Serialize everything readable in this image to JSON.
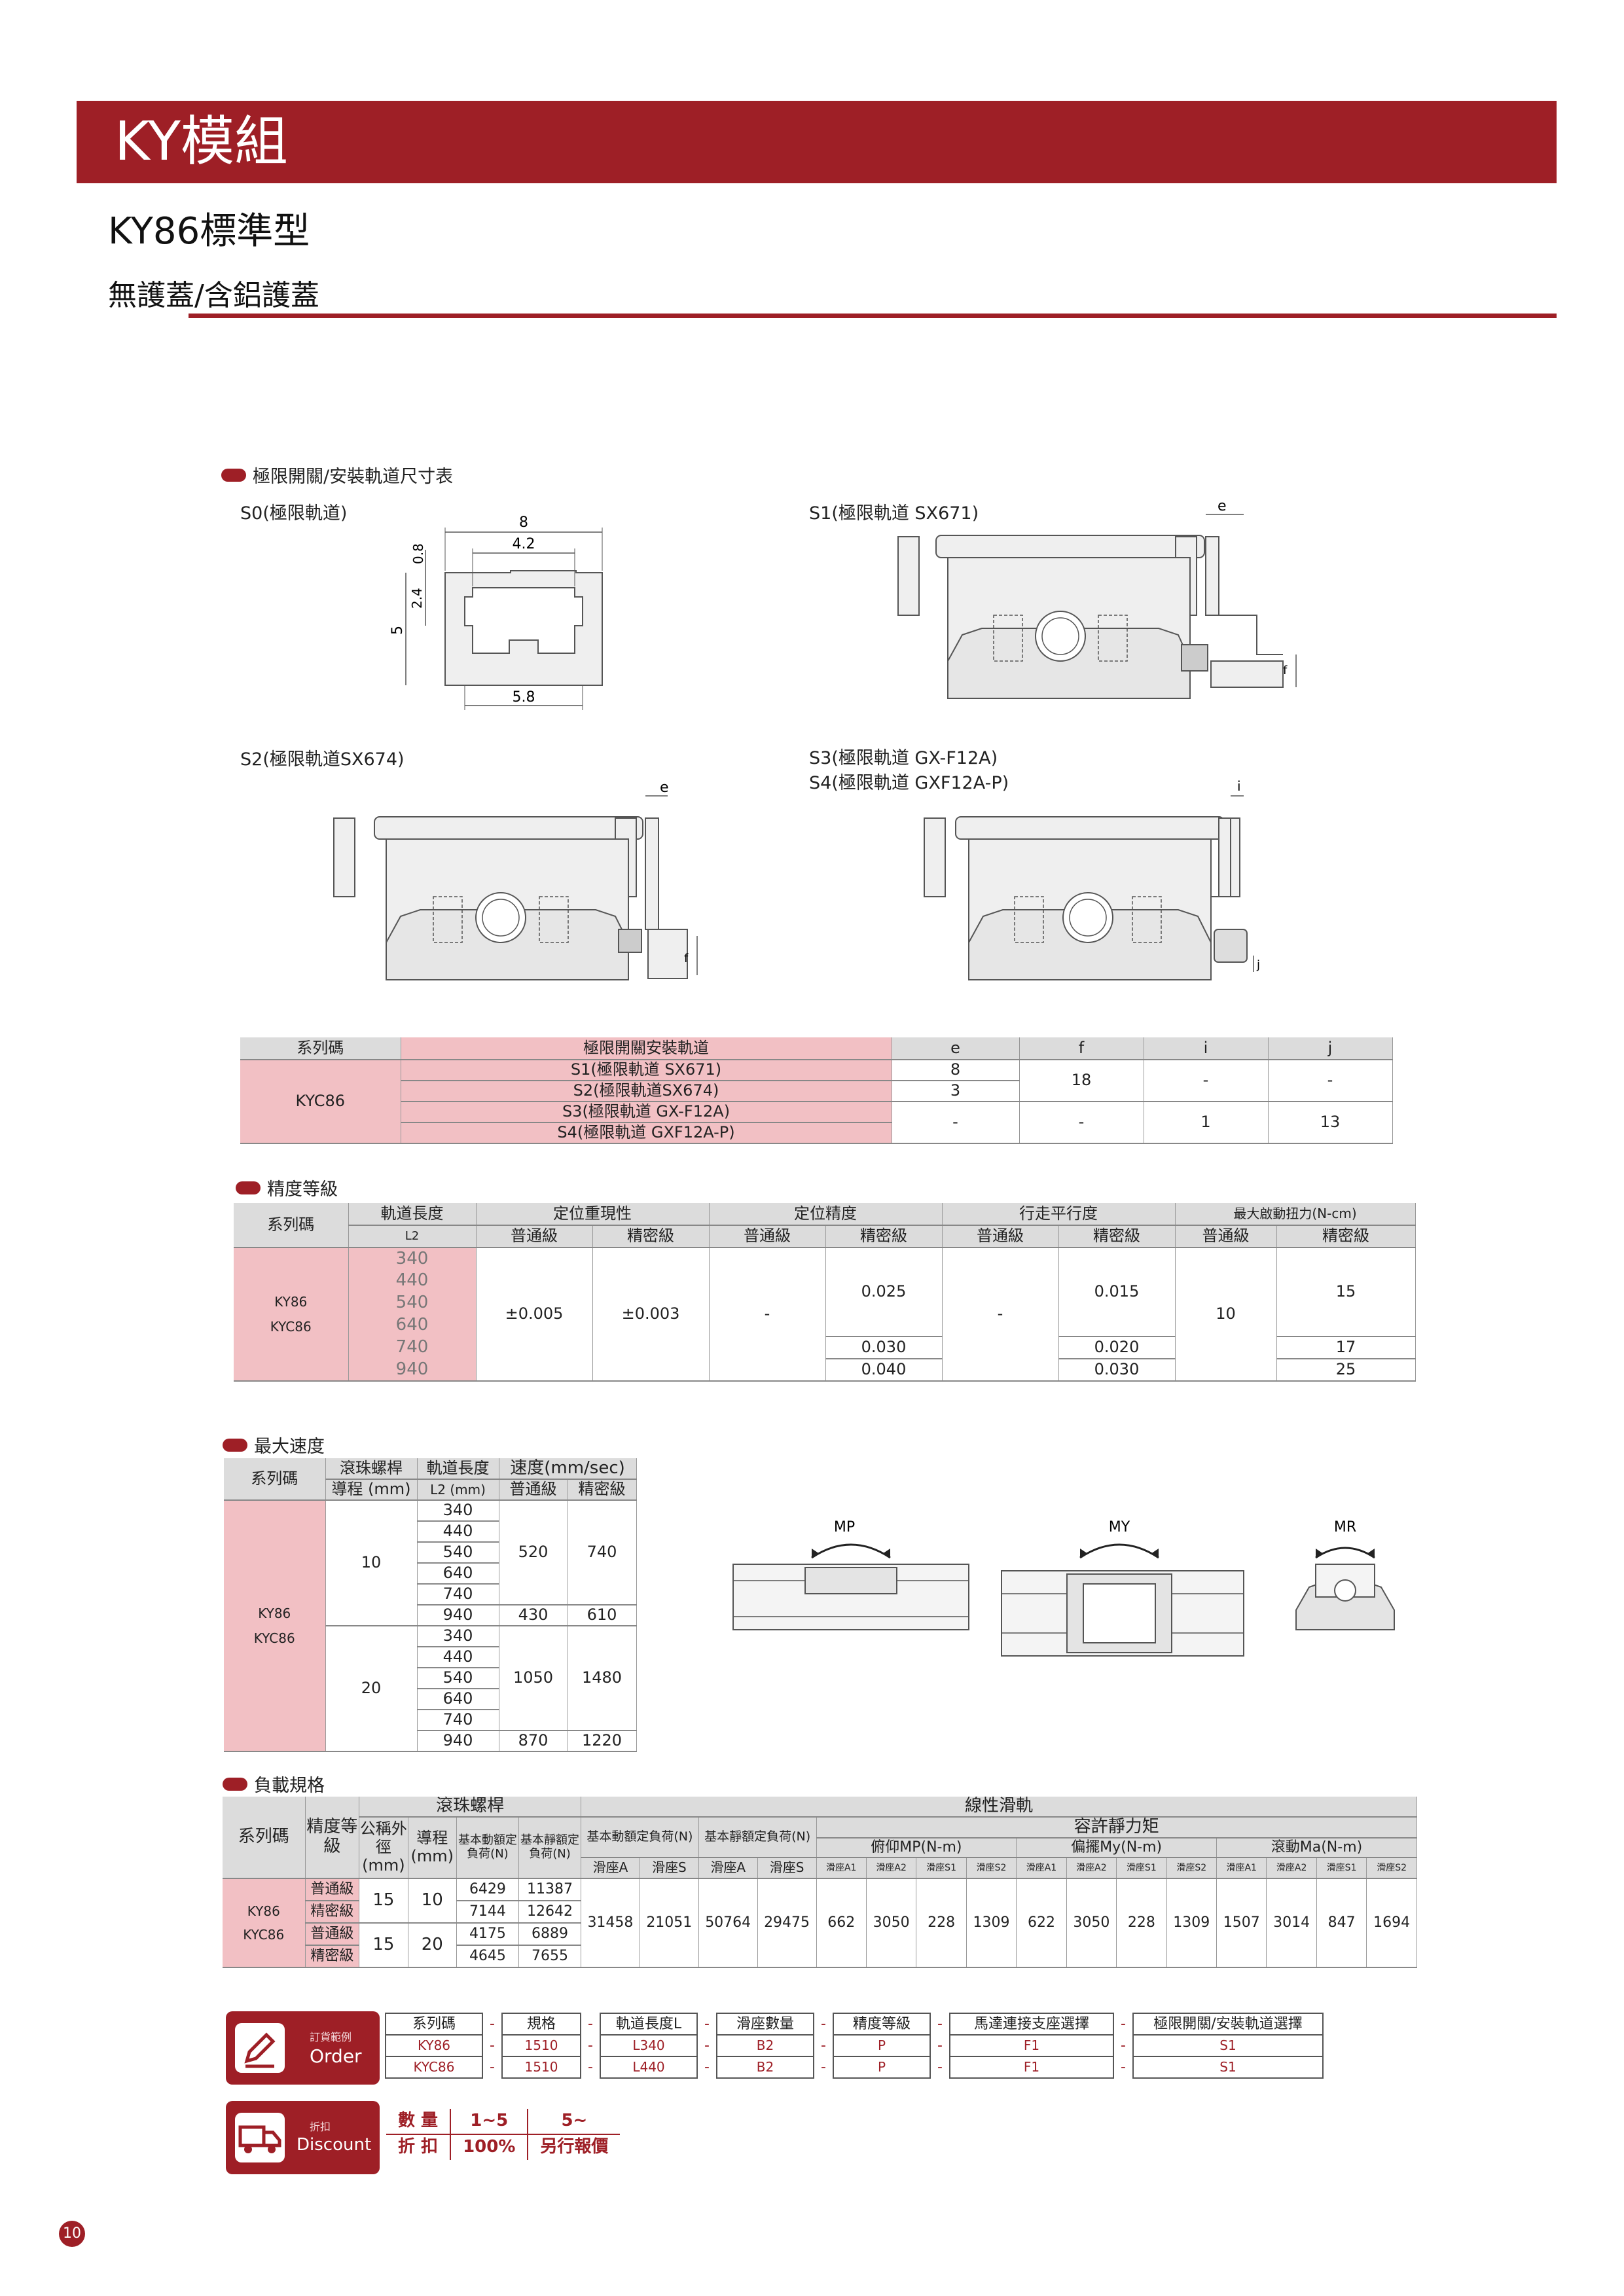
{
  "header": {
    "title": "KY模組",
    "subtitle": "KY86標準型",
    "subtitle2": "無護蓋/含鋁護蓋"
  },
  "rail_section": {
    "title": "極限開關/安裝軌道尺寸表",
    "s0_label": "S0(極限軌道)",
    "s1_label": "S1(極限軌道 SX671)",
    "s2_label": "S2(極限軌道SX674)",
    "s3_label": "S3(極限軌道 GX-F12A)",
    "s4_label": "S4(極限軌道 GXF12A-P)",
    "dims": {
      "w8": "8",
      "w42": "4.2",
      "w58": "5.8",
      "h08": "0.8",
      "h5": "5",
      "h24": "2.4"
    },
    "letters": {
      "e": "e",
      "f": "f",
      "i": "i",
      "j": "j"
    }
  },
  "rail_table": {
    "headers": [
      "系列碼",
      "極限開關安裝軌道",
      "e",
      "f",
      "i",
      "j"
    ],
    "series": "KYC86",
    "rails": [
      "S1(極限軌道 SX671)",
      "S2(極限軌道SX674)",
      "S3(極限軌道 GX-F12A)",
      "S4(極限軌道 GXF12A-P)"
    ],
    "e1": "8",
    "e2": "3",
    "f12": "18",
    "i12": "-",
    "j12": "-",
    "e34": "-",
    "f34": "-",
    "i34": "1",
    "j34": "13"
  },
  "accuracy": {
    "title": "精度等級",
    "h_series": "系列碼",
    "h_rail": "軌道長度",
    "h_l2": "L2",
    "h_repeat": "定位重現性",
    "h_pos": "定位精度",
    "h_parallel": "行走平行度",
    "h_torque": "最大啟動扭力(N-cm)",
    "h_normal": "普通級",
    "h_precise": "精密級",
    "series": [
      "KY86",
      "KYC86"
    ],
    "lengths": [
      "340",
      "440",
      "540",
      "640",
      "740",
      "940"
    ],
    "repeat_normal": "±0.005",
    "repeat_precise": "±0.003",
    "pos_normal": "-",
    "pos_precise": [
      "0.025",
      "0.030",
      "0.040"
    ],
    "par_normal": "-",
    "par_precise": [
      "0.015",
      "0.020",
      "0.030"
    ],
    "torque_normal": "10",
    "torque_precise": [
      "15",
      "17",
      "25"
    ]
  },
  "speed": {
    "title": "最大速度",
    "h_series": "系列碼",
    "h_lead": "滾珠螺桿",
    "h_lead2": "導程 (mm)",
    "h_rail": "軌道長度",
    "h_rail2": "L2 (mm)",
    "h_speed": "速度(mm/sec)",
    "h_normal": "普通級",
    "h_precise": "精密級",
    "series": [
      "KY86",
      "KYC86"
    ],
    "lengths": [
      "340",
      "440",
      "540",
      "640",
      "740",
      "940"
    ],
    "groups": [
      {
        "lead": "10",
        "v1": "520",
        "p1": "740",
        "v2": "430",
        "p2": "610"
      },
      {
        "lead": "20",
        "v1": "1050",
        "p1": "1480",
        "v2": "870",
        "p2": "1220"
      }
    ]
  },
  "moments": {
    "mp": "MP",
    "my": "MY",
    "mr": "MR"
  },
  "load": {
    "title": "負載規格",
    "h_ball": "滾珠螺桿",
    "h_linear": "線性滑軌",
    "h_allow": "容許靜力矩",
    "h_series": "系列碼",
    "h_grade": "精度等級",
    "h_od": "公稱外徑(mm)",
    "h_lead": "導程(mm)",
    "h_dyn": "基本動額定負荷(N)",
    "h_stat": "基本靜額定負荷(N)",
    "h_ldyn": "基本動額定負荷(N)",
    "h_lstat": "基本靜額定負荷(N)",
    "h_mp": "俯仰MP(N-m)",
    "h_my": "偏擺My(N-m)",
    "h_ma": "滾動Ma(N-m)",
    "h_slA": "滑座A",
    "h_slS": "滑座S",
    "h_sub": [
      "滑座A1",
      "滑座A2",
      "滑座S1",
      "滑座S2"
    ],
    "series": [
      "KY86",
      "KYC86"
    ],
    "grades": [
      "普通級",
      "精密級",
      "普通級",
      "精密級"
    ],
    "od": [
      "15",
      "15"
    ],
    "lead": [
      "10",
      "20"
    ],
    "dyn": [
      "6429",
      "7144",
      "4175",
      "4645"
    ],
    "stat": [
      "11387",
      "12642",
      "6889",
      "7655"
    ],
    "lin": [
      "31458",
      "21051",
      "50764",
      "29475"
    ],
    "mp": [
      "662",
      "3050",
      "228",
      "1309"
    ],
    "my": [
      "622",
      "3050",
      "228",
      "1309"
    ],
    "ma": [
      "1507",
      "3014",
      "847",
      "1694"
    ]
  },
  "order": {
    "label_small": "訂貨範例",
    "label": "Order",
    "headers": [
      "系列碼",
      "規格",
      "軌道長度L",
      "滑座數量",
      "精度等級",
      "馬達連接支座選擇",
      "極限開關/安裝軌道選擇"
    ],
    "row1": [
      "KY86",
      "1510",
      "L340",
      "B2",
      "P",
      "F1",
      "S1"
    ],
    "row2": [
      "KYC86",
      "1510",
      "L440",
      "B2",
      "P",
      "F1",
      "S1"
    ],
    "dash": "-"
  },
  "discount": {
    "label_small": "折扣",
    "label": "Discount",
    "h_qty": "數 量",
    "h_off": "折 扣",
    "q1": "1~5",
    "q2": "5~",
    "d1": "100%",
    "d2": "另行報價"
  },
  "page": {
    "number": "10"
  },
  "colors": {
    "brand": "#9e1f26",
    "pink": "#f2c0c4"
  }
}
